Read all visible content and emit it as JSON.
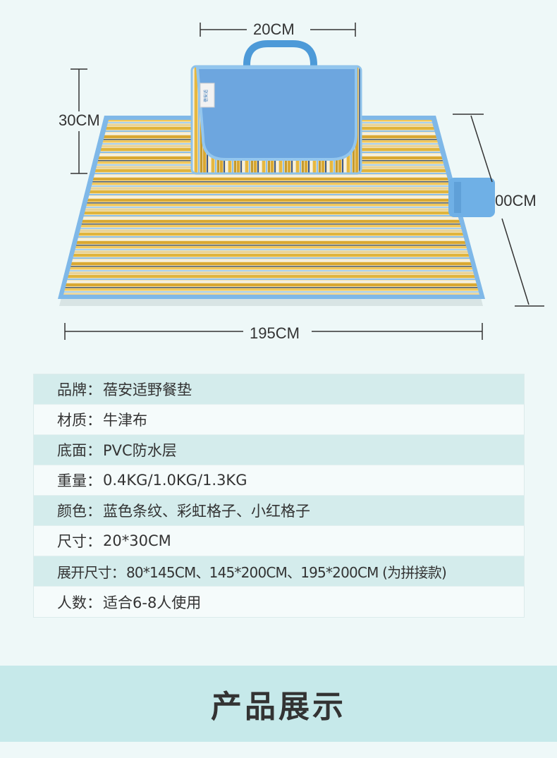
{
  "dimensions": {
    "bag_width": "20CM",
    "bag_height": "30CM",
    "mat_length": "195CM",
    "mat_width": "00CM"
  },
  "product_labels": {
    "bag_logo": "蓓安适"
  },
  "specs": [
    {
      "label": "品牌：",
      "value": "蓓安适野餐垫"
    },
    {
      "label": "材质：",
      "value": "牛津布"
    },
    {
      "label": "底面：",
      "value": "PVC防水层"
    },
    {
      "label": "重量：",
      "value": "0.4KG/1.0KG/1.3KG"
    },
    {
      "label": "颜色：",
      "value": "蓝色条纹、彩虹格子、小红格子"
    },
    {
      "label": "尺寸：",
      "value": "20*30CM"
    },
    {
      "label": "展开尺寸：",
      "value": "80*145CM、145*200CM、195*200CM (为拼接款)"
    },
    {
      "label": "人数：",
      "value": "适合6-8人使用"
    }
  ],
  "section": {
    "title": "产品展示"
  },
  "colors": {
    "background": "#eef8f8",
    "banner": "#c6e9ea",
    "row_shade": "#d4ecec",
    "mat_blue": "#7fb8e8",
    "stripe_yellow": "#e0b43c"
  }
}
